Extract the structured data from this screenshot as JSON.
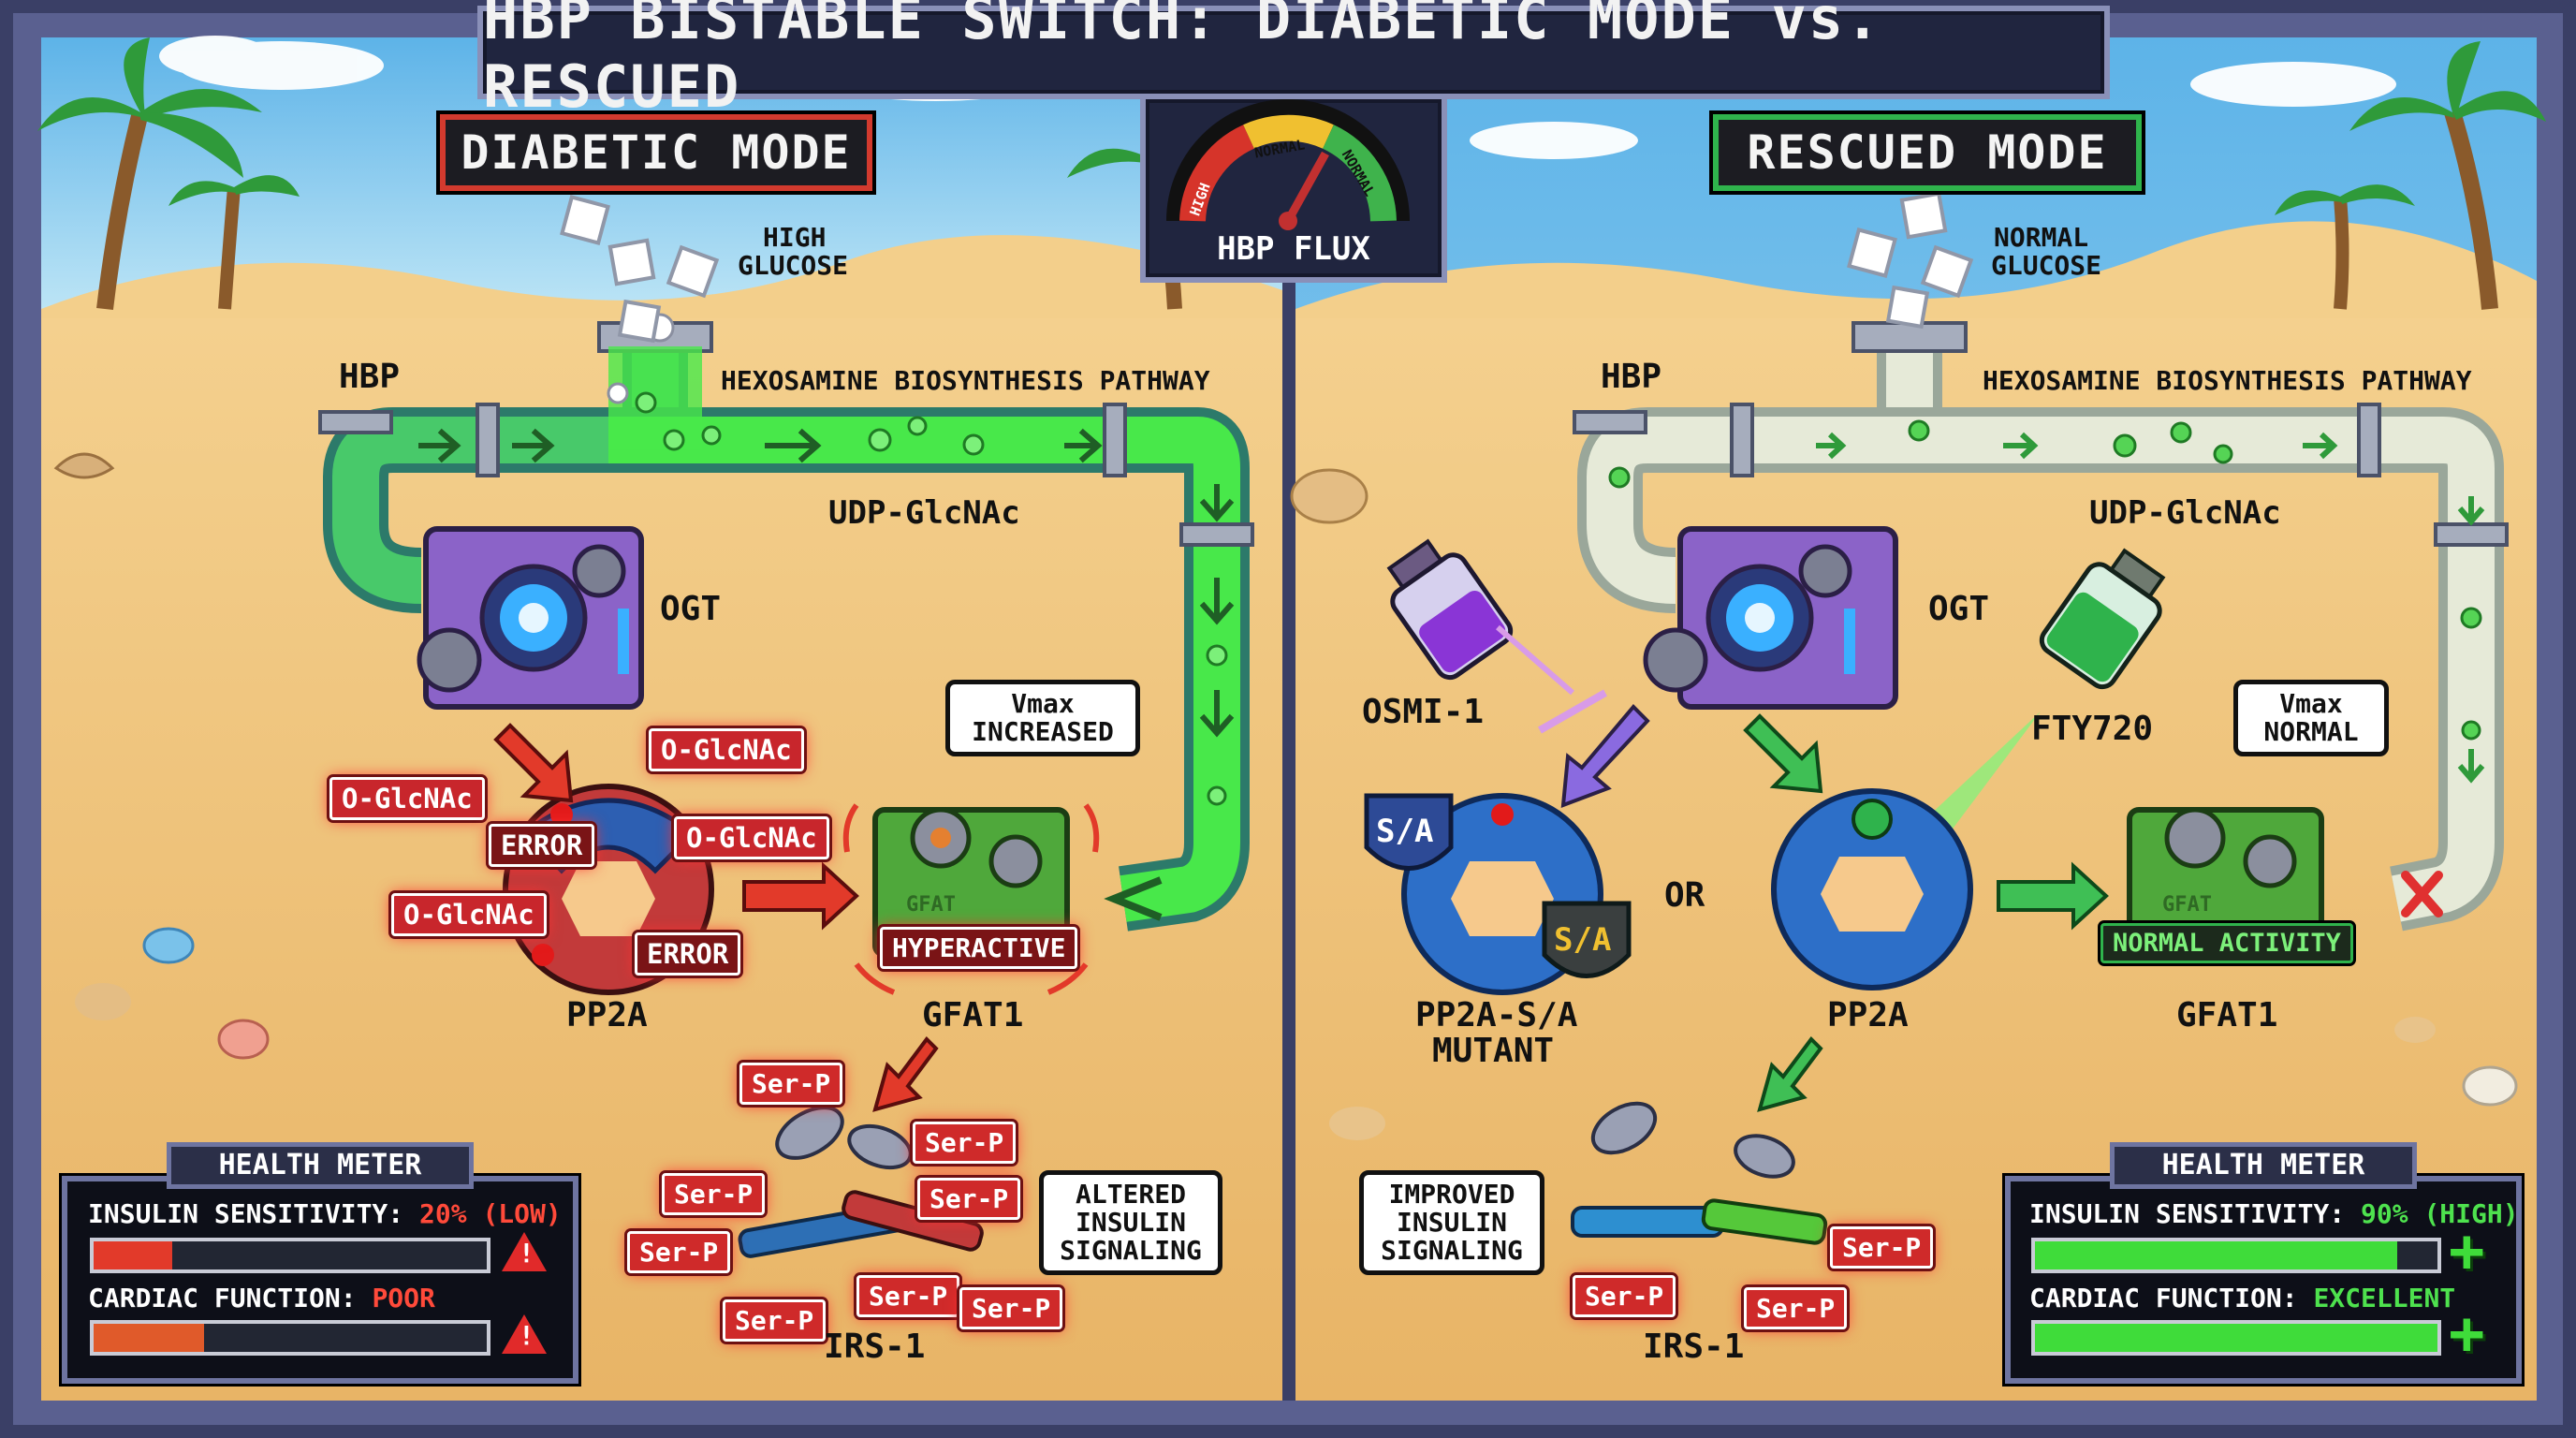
{
  "title": "HBP BISTABLE SWITCH: DIABETIC MODE vs. RESCUED",
  "gauge": {
    "label": "HBP FLUX",
    "ticks": [
      "HIGH",
      "NORMAL",
      "NORMAL"
    ]
  },
  "left": {
    "mode": "DIABETIC MODE",
    "glucose": [
      "HIGH",
      "GLUCOSE"
    ],
    "hbp": "HBP",
    "pathway": "HEXOSAMINE BIOSYNTHESIS PATHWAY",
    "udp": "UDP-GlcNAc",
    "ogt": "OGT",
    "ogt_tags": [
      "O-GlcNAc",
      "O-GlcNAc",
      "O-GlcNAc",
      "O-GlcNAc"
    ],
    "error_tags": [
      "ERROR",
      "ERROR"
    ],
    "pp2a": "PP2A",
    "vmax": [
      "Vmax",
      "INCREASED"
    ],
    "gfat_tag": "HYPERACTIVE",
    "gfat_badge": "GFAT",
    "gfat": "GFAT1",
    "serp": [
      "Ser-P",
      "Ser-P",
      "Ser-P",
      "Ser-P",
      "Ser-P",
      "Ser-P",
      "Ser-P",
      "Ser-P"
    ],
    "irs": "IRS-1",
    "signaling": [
      "ALTERED",
      "INSULIN",
      "SIGNALING"
    ],
    "health": {
      "title": "HEALTH METER",
      "insulin_label": "INSULIN SENSITIVITY:",
      "insulin_value": "20% (LOW)",
      "insulin_fraction": 0.2,
      "cardiac_label": "CARDIAC FUNCTION:",
      "cardiac_value": "POOR",
      "cardiac_fraction": 0.28,
      "value_color": "#ff4a3a"
    }
  },
  "right": {
    "mode": "RESCUED MODE",
    "glucose": [
      "NORMAL",
      "GLUCOSE"
    ],
    "hbp": "HBP",
    "pathway": "HEXOSAMINE BIOSYNTHESIS PATHWAY",
    "udp": "UDP-GlcNAc",
    "ogt": "OGT",
    "osmi": "OSMI-1",
    "fty": "FTY720",
    "or": "OR",
    "sa": [
      "S/A",
      "S/A"
    ],
    "mutant": [
      "PP2A-S/A",
      "MUTANT"
    ],
    "pp2a": "PP2A",
    "vmax": [
      "Vmax",
      "NORMAL"
    ],
    "gfat_tag": "NORMAL ACTIVITY",
    "gfat_badge": "GFAT",
    "gfat": "GFAT1",
    "serp": [
      "Ser-P",
      "Ser-P",
      "Ser-P"
    ],
    "irs": "IRS-1",
    "signaling": [
      "IMPROVED",
      "INSULIN",
      "SIGNALING"
    ],
    "health": {
      "title": "HEALTH METER",
      "insulin_label": "INSULIN SENSITIVITY:",
      "insulin_value": "90% (HIGH)",
      "insulin_fraction": 0.9,
      "cardiac_label": "CARDIAC FUNCTION:",
      "cardiac_value": "EXCELLENT",
      "cardiac_fraction": 1.0,
      "value_color": "#4ee24e"
    }
  },
  "colors": {
    "sand": "#f1c77a",
    "sky": "#8fd0f0",
    "danger": "#d23a2e",
    "ok": "#2fb34c",
    "pipe_left": "#3fd64a",
    "pipe_right": "#dfe6d8"
  }
}
